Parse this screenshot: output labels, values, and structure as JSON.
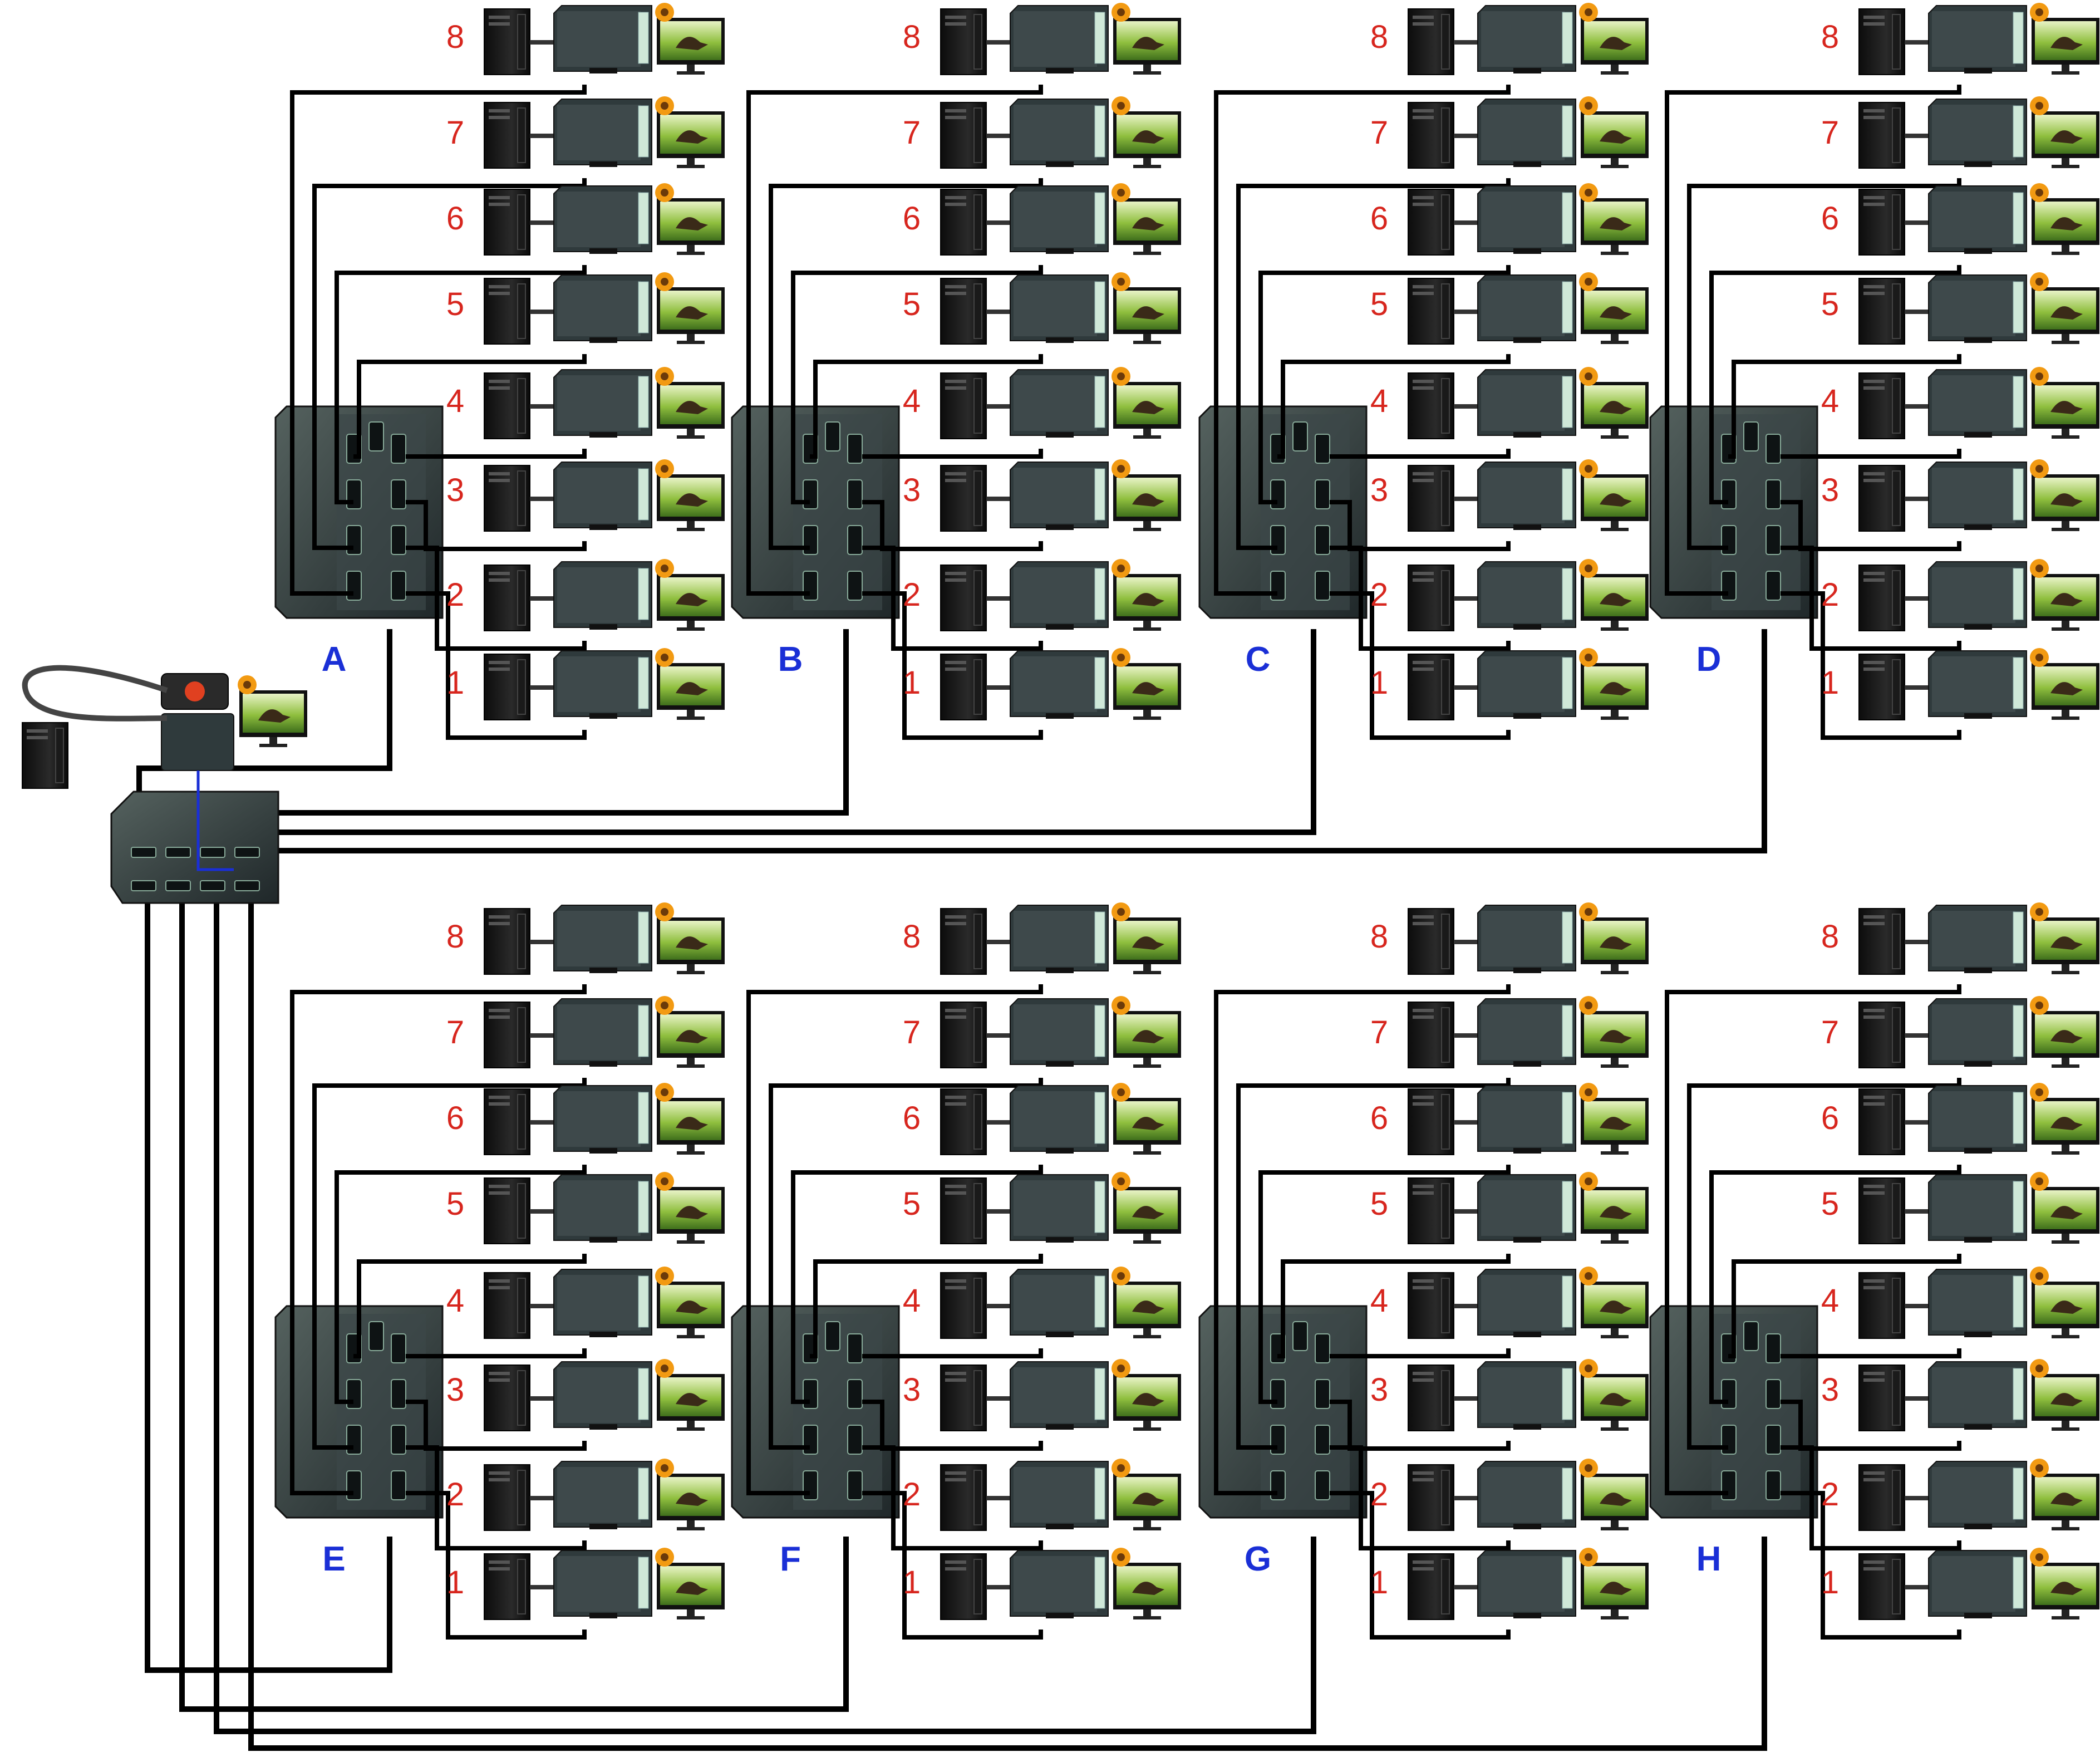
{
  "groups": [
    {
      "label": "A",
      "numbers": [
        "8",
        "7",
        "6",
        "5",
        "4",
        "3",
        "2",
        "1"
      ]
    },
    {
      "label": "B",
      "numbers": [
        "8",
        "7",
        "6",
        "5",
        "4",
        "3",
        "2",
        "1"
      ]
    },
    {
      "label": "C",
      "numbers": [
        "8",
        "7",
        "6",
        "5",
        "4",
        "3",
        "2",
        "1"
      ]
    },
    {
      "label": "D",
      "numbers": [
        "8",
        "7",
        "6",
        "5",
        "4",
        "3",
        "2",
        "1"
      ]
    },
    {
      "label": "E",
      "numbers": [
        "8",
        "7",
        "6",
        "5",
        "4",
        "3",
        "2",
        "1"
      ]
    },
    {
      "label": "F",
      "numbers": [
        "8",
        "7",
        "6",
        "5",
        "4",
        "3",
        "2",
        "1"
      ]
    },
    {
      "label": "G",
      "numbers": [
        "8",
        "7",
        "6",
        "5",
        "4",
        "3",
        "2",
        "1"
      ]
    },
    {
      "label": "H",
      "numbers": [
        "8",
        "7",
        "6",
        "5",
        "4",
        "3",
        "2",
        "1"
      ]
    }
  ],
  "colors": {
    "group_label": "#1a2fd6",
    "port_number": "#d7261e",
    "cable": "#000000",
    "link_cable": "#1a2fd6",
    "device_body": "#2f3a3c",
    "device_face": "#4a5658",
    "extender_label": "#cfe8d8",
    "screen": "#7aa83a",
    "flower": "#f29a12"
  },
  "icons": {
    "pc": "desktop-tower-icon",
    "extender": "kvm-extender-icon",
    "monitor": "lcd-monitor-icon",
    "switch": "kvm-switch-icon",
    "master_switch": "master-kvm-switch-icon",
    "console": "console-monitor-icon",
    "power": "power-adapter-icon"
  }
}
